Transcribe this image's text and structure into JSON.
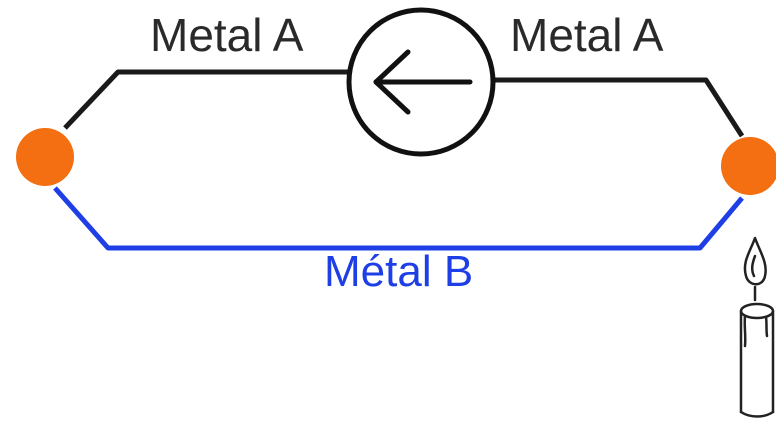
{
  "labels": {
    "metal_a_left": "Metal A",
    "metal_a_right": "Metal A",
    "metal_b": "Métal B"
  },
  "colors": {
    "metal_a_wire": "#1a1a1a",
    "metal_b_wire": "#1f3fe6",
    "junction": "#f36f12",
    "text_metal_a": "#2a2a2a",
    "text_metal_b": "#1f3fe6",
    "meter": "#111111",
    "candle": "#222222"
  },
  "icons": {
    "meter": "current-meter-icon",
    "arrow": "arrow-left-icon",
    "heat_source": "candle-icon"
  }
}
